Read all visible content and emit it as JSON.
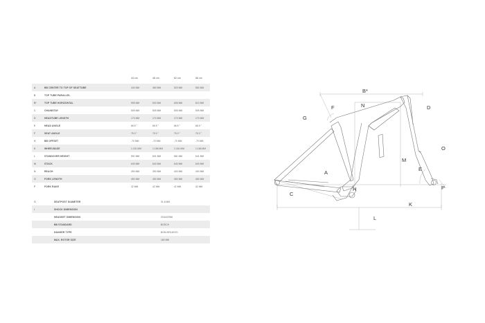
{
  "geometry": {
    "sizes": [
      "44 cm",
      "48 cm",
      "52 cm",
      "56 cm"
    ],
    "rows": [
      {
        "letter": "A",
        "name": "BB CENTER TO TOP OF SEATTUBE",
        "values": [
          "440 MM",
          "480 MM",
          "520 MM",
          "560 MM"
        ],
        "shaded": true
      },
      {
        "letter": "B",
        "name": "TOP TUBE PARALLEL",
        "values": [
          "",
          "",
          "",
          ""
        ],
        "shaded": false
      },
      {
        "letter": "B*",
        "name": "TOP TUBE HORIZONTAL",
        "values": [
          "595 MM",
          "600 MM",
          "605 MM",
          "610 MM"
        ],
        "shaded": true
      },
      {
        "letter": "C",
        "name": "CHAINSTAY",
        "values": [
          "505 MM",
          "505 MM",
          "505 MM",
          "505 MM"
        ],
        "shaded": false
      },
      {
        "letter": "D",
        "name": "HEADTUBE LENGTH",
        "values": [
          "170 MM",
          "170 MM",
          "170 MM",
          "170 MM"
        ],
        "shaded": true
      },
      {
        "letter": "E",
        "name": "HEAD ANGLE",
        "values": [
          "68.5 °",
          "68.5 °",
          "68.5 °",
          "68.5 °"
        ],
        "shaded": false
      },
      {
        "letter": "F",
        "name": "SEAT ANGLE",
        "values": [
          "75.0 °",
          "75.0 °",
          "75.0 °",
          "75.0 °"
        ],
        "shaded": true
      },
      {
        "letter": "H",
        "name": "BB OFFSET",
        "values": [
          "-70 MM",
          "-70 MM",
          "-70 MM",
          "-70 MM"
        ],
        "shaded": false
      },
      {
        "letter": "K",
        "name": "WHEELBASE",
        "values": [
          "1.151 MM",
          "1.156 MM",
          "1.161 MM",
          "1.166 MM"
        ],
        "shaded": true
      },
      {
        "letter": "L",
        "name": "STANDOVER HEIGHT",
        "values": [
          "591 MM",
          "601 MM",
          "581 MM",
          "641 MM"
        ],
        "shaded": false
      },
      {
        "letter": "M",
        "name": "STACK",
        "values": [
          "640 MM",
          "640 MM",
          "640 MM",
          "640 MM"
        ],
        "shaded": true
      },
      {
        "letter": "N",
        "name": "REACH",
        "values": [
          "390 MM",
          "390 MM",
          "400 MM",
          "400 MM"
        ],
        "shaded": false
      },
      {
        "letter": "O",
        "name": "FORK LENGTH",
        "values": [
          "450 MM",
          "450 MM",
          "450 MM",
          "450 MM"
        ],
        "shaded": true
      },
      {
        "letter": "P",
        "name": "FORK RAKE",
        "values": [
          "42 MM",
          "42 MM",
          "42 MM",
          "42 MM"
        ],
        "shaded": false
      }
    ]
  },
  "specs": {
    "rows": [
      {
        "letter": "G",
        "name": "SEATPOST DIAMETER",
        "value": "31,6 MM",
        "shaded": false
      },
      {
        "letter": "I",
        "name": "SHOCK DIMENSION",
        "value": "",
        "shaded": true
      },
      {
        "letter": "",
        "name": "HEADSET DIMENSION",
        "value": "ZS44/ZS56",
        "shaded": false
      },
      {
        "letter": "",
        "name": "BB STANDARD",
        "value": "BOSCH",
        "shaded": true
      },
      {
        "letter": "",
        "name": "HANGER TYPE",
        "value": "BGM-HR14ECD",
        "shaded": false
      },
      {
        "letter": "",
        "name": "MAX. ROTOR SIZE",
        "value": "180 MM",
        "shaded": true
      }
    ]
  },
  "drawing": {
    "labels": {
      "A": "A",
      "B": "B*",
      "C": "C",
      "D": "D",
      "E": "E",
      "F": "F",
      "G": "G",
      "H": "H",
      "K": "K",
      "L": "L",
      "M": "M",
      "N": "N",
      "O": "O",
      "P": "P"
    },
    "line_color": "#777777"
  }
}
